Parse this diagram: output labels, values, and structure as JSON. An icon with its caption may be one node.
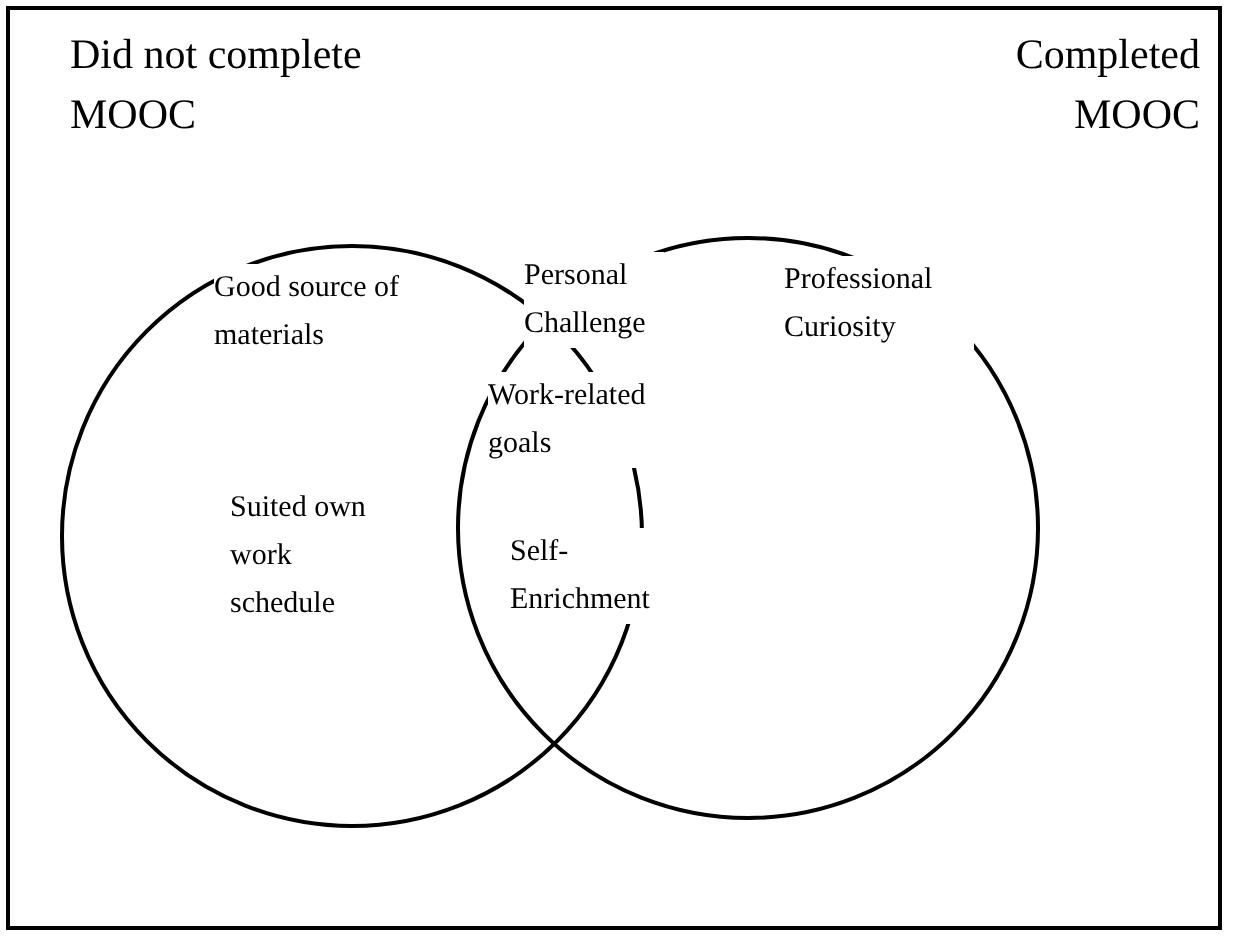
{
  "diagram": {
    "nodes": [
      {
        "text": [
          "Did not complete MOOC"
        ]
      },
      {
        "text": [
          "Completed MOOC"
        ]
      }
    ],
    "labels": [
      "Good source of materials",
      "Personal Challenge",
      "Professional Curiosity",
      "Work-related goals",
      "Suited own work schedule",
      "Self-Enrichment"
    ]
  }
}
